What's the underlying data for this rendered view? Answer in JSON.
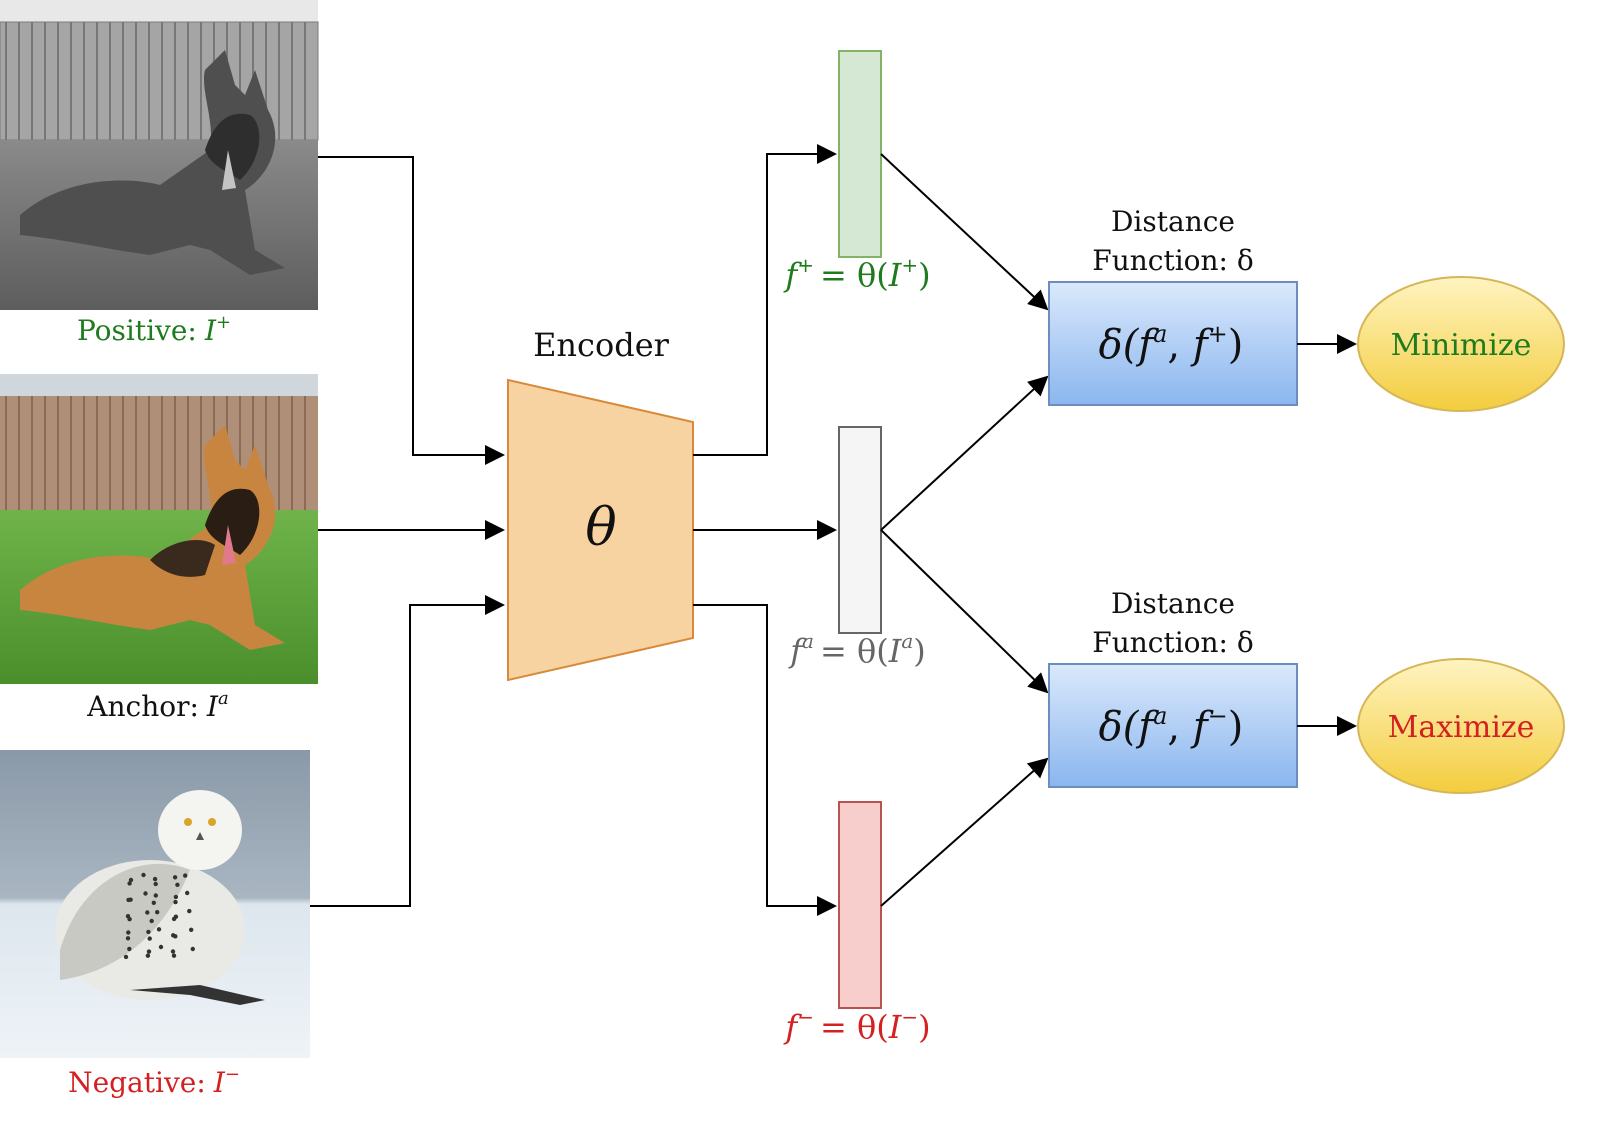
{
  "images": {
    "positive": {
      "caption": "Positive:",
      "symbol": "I",
      "sup": "+"
    },
    "anchor": {
      "caption": "Anchor:",
      "symbol": "I",
      "sup": "a"
    },
    "negative": {
      "caption": "Negative:",
      "symbol": "I",
      "sup": "−"
    }
  },
  "encoder": {
    "title": "Encoder",
    "symbol": "θ"
  },
  "features": {
    "positive": {
      "f": "f",
      "fsup": "+",
      "eq": "= θ(",
      "I": "I",
      "Isup": "+",
      "close": ")"
    },
    "anchor": {
      "f": "f",
      "fsup": "a",
      "eq": "= θ(",
      "I": "I",
      "Isup": "a",
      "close": ")"
    },
    "negative": {
      "f": "f",
      "fsup": "−",
      "eq": "= θ(",
      "I": "I",
      "Isup": "−",
      "close": ")"
    }
  },
  "distance_top": {
    "title_line1": "Distance",
    "title_line2": "Function: δ",
    "formula_pre": "δ(",
    "fa": "f",
    "fa_sup": "a",
    "comma": ", ",
    "f2": "f",
    "f2_sup": "+",
    "close": ")"
  },
  "distance_bottom": {
    "title_line1": "Distance",
    "title_line2": "Function: δ",
    "formula_pre": "δ(",
    "fa": "f",
    "fa_sup": "a",
    "comma": ", ",
    "f2": "f",
    "f2_sup": "−",
    "close": ")"
  },
  "outcomes": {
    "minimize": "Minimize",
    "maximize": "Maximize"
  },
  "colors": {
    "positive_text": "#1e7b1e",
    "negative_text": "#d42020",
    "anchor_text": "#111111",
    "feature_text_anchor": "#666666",
    "encoder_fill": "#f8d3a2",
    "encoder_stroke": "#d88a3a",
    "box_fill_top": "#dbe9fb",
    "box_fill_bottom": "#8ab6ef",
    "box_stroke": "#6c8ebf",
    "ellipse_top": "#fff4c1",
    "ellipse_bottom": "#f3cd3e",
    "ellipse_stroke": "#d6b656",
    "feat_pos_fill": "#d5e8d4",
    "feat_pos_stroke": "#82b366",
    "feat_anchor_fill": "#f5f5f5",
    "feat_anchor_stroke": "#666666",
    "feat_neg_fill": "#f8cecc",
    "feat_neg_stroke": "#b85450"
  }
}
